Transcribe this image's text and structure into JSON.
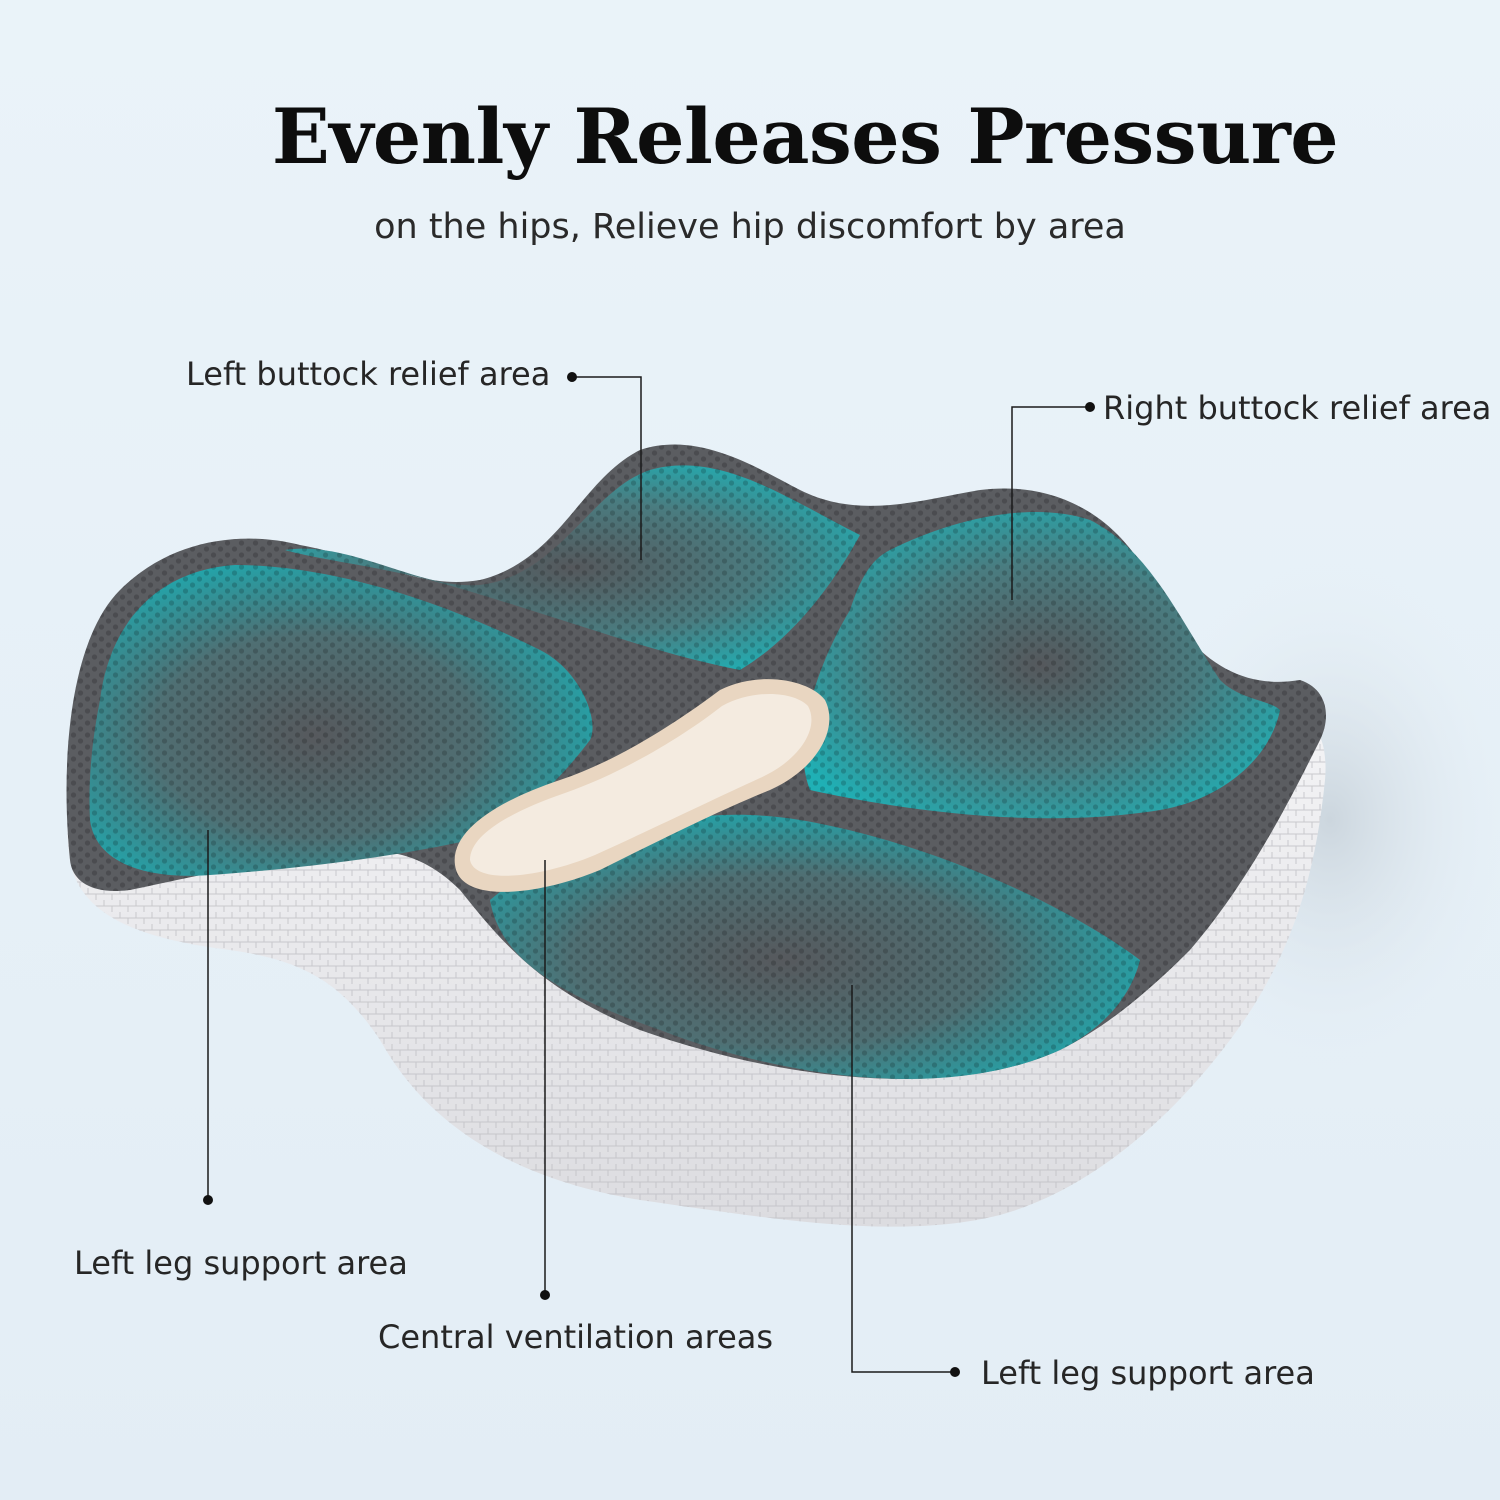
{
  "headline": "Evenly Releases Pressure",
  "subheadline": "on the hips, Relieve hip discomfort by area",
  "callouts": {
    "left_buttock": "Left buttock relief area",
    "right_buttock": "Right buttock relief area",
    "left_leg": "Left leg support area",
    "central": "Central ventilation areas",
    "left_leg_second": "Left leg support area"
  },
  "colors": {
    "background": "#e8f1f8",
    "teal_gel": "#1fa5ab",
    "gray_mesh": "#5d5f63",
    "white_base": "#eeeeee",
    "cutout_beige": "#e9d8c4"
  },
  "image": {
    "subject": "seat-cushion"
  }
}
